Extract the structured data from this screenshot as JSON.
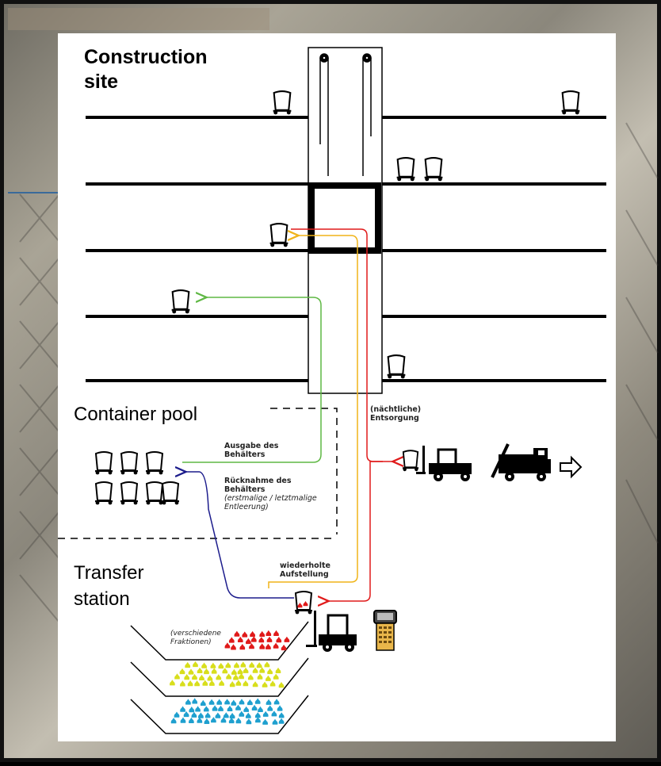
{
  "labels": {
    "construction_site": "Construction site",
    "container_pool": "Container pool",
    "transfer_station": "Transfer station",
    "nightly_disposal_1": "(nächtliche)",
    "nightly_disposal_2": "Entsorgung",
    "issue_1": "Ausgabe des",
    "issue_2": "Behälters",
    "return_1": "Rücknahme des",
    "return_2": "Behälters",
    "return_3": "(erstmalige / letztmalige",
    "return_4": "Entleerung)",
    "repeat_1": "wiederholte",
    "repeat_2": "Aufstellung",
    "fractions_1": "(verschiedene",
    "fractions_2": "Fraktionen)"
  },
  "colors": {
    "green_path": "#5fb844",
    "blue_path": "#1c1c8c",
    "red_path": "#e01a1a",
    "orange_path": "#f0b419",
    "fraction_red": "#e01a1a",
    "fraction_yellow": "#d8de1c",
    "fraction_blue": "#1fa0cf"
  },
  "icons": [
    "container-bin-icon",
    "forklift-icon",
    "truck-icon",
    "arrow-right-icon",
    "handheld-scanner-icon",
    "waste-bag-icon"
  ]
}
